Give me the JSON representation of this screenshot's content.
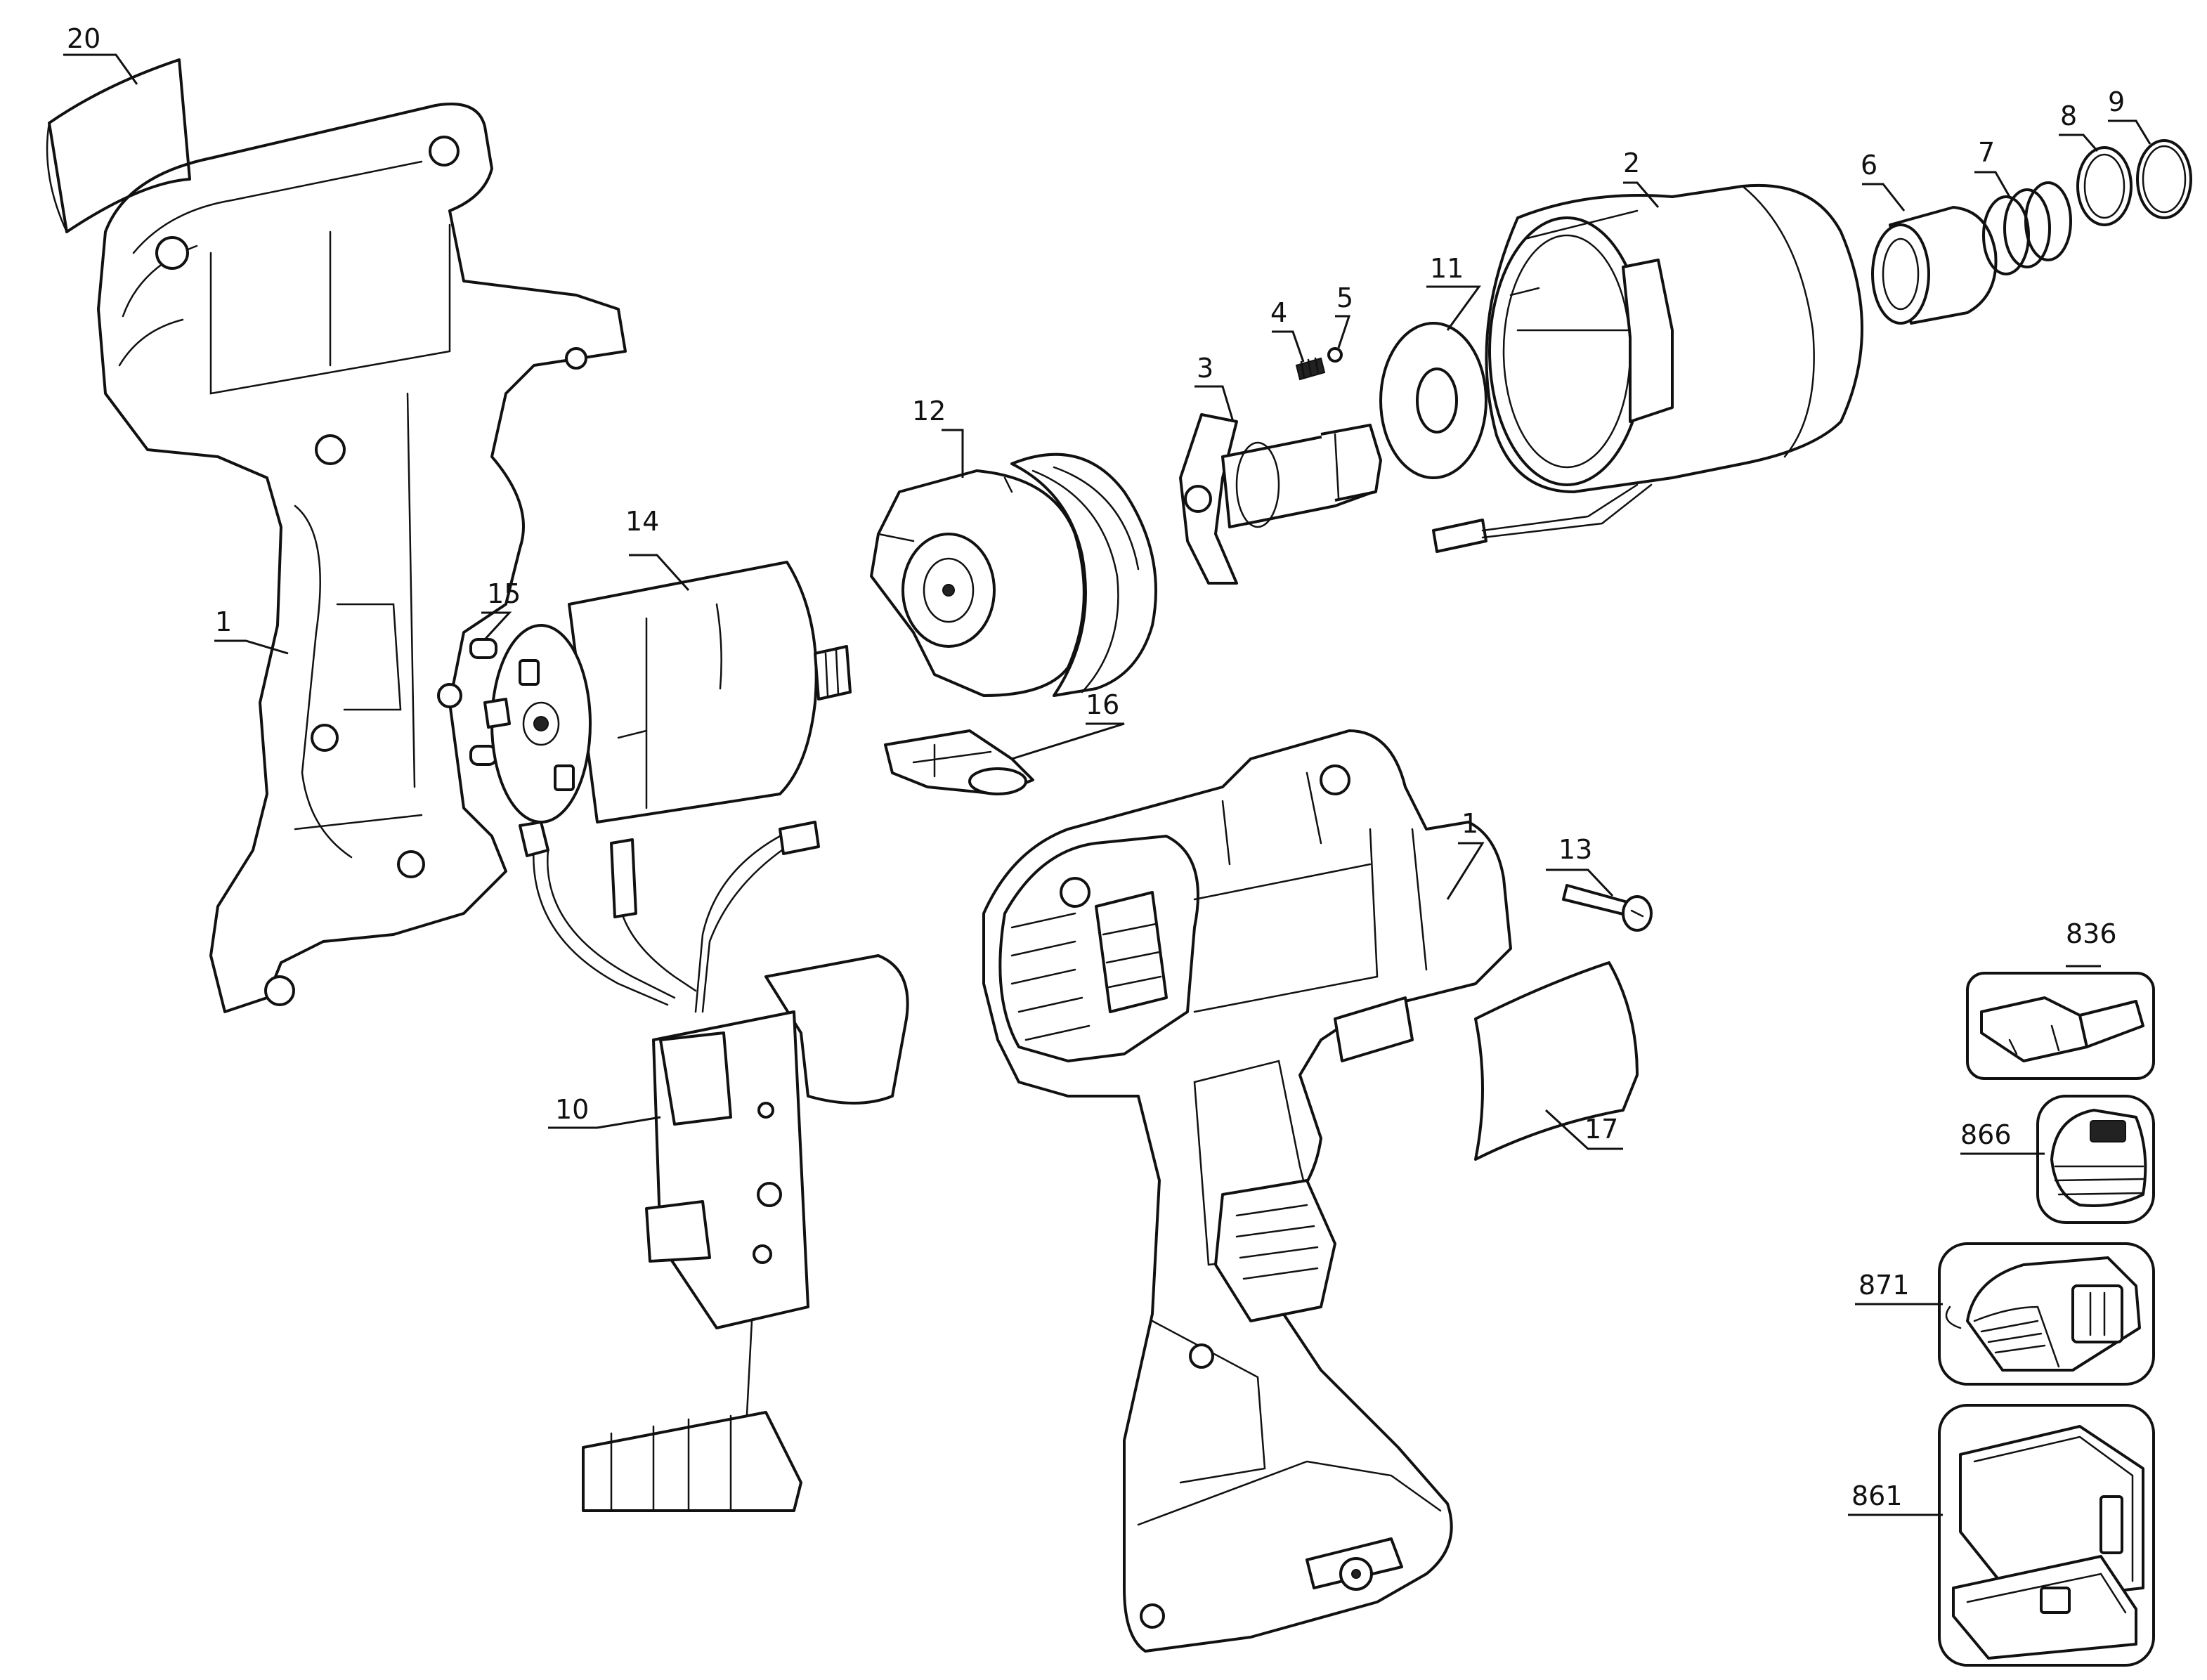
{
  "callouts": {
    "c1a": "1",
    "c1b": "1",
    "c2": "2",
    "c3": "3",
    "c4": "4",
    "c5": "5",
    "c6": "6",
    "c7": "7",
    "c8": "8",
    "c9": "9",
    "c10": "10",
    "c11": "11",
    "c12": "12",
    "c13": "13",
    "c14": "14",
    "c15": "15",
    "c16": "16",
    "c17": "17",
    "c20": "20",
    "c836": "836",
    "c866": "866",
    "c871": "871",
    "c861": "861"
  }
}
